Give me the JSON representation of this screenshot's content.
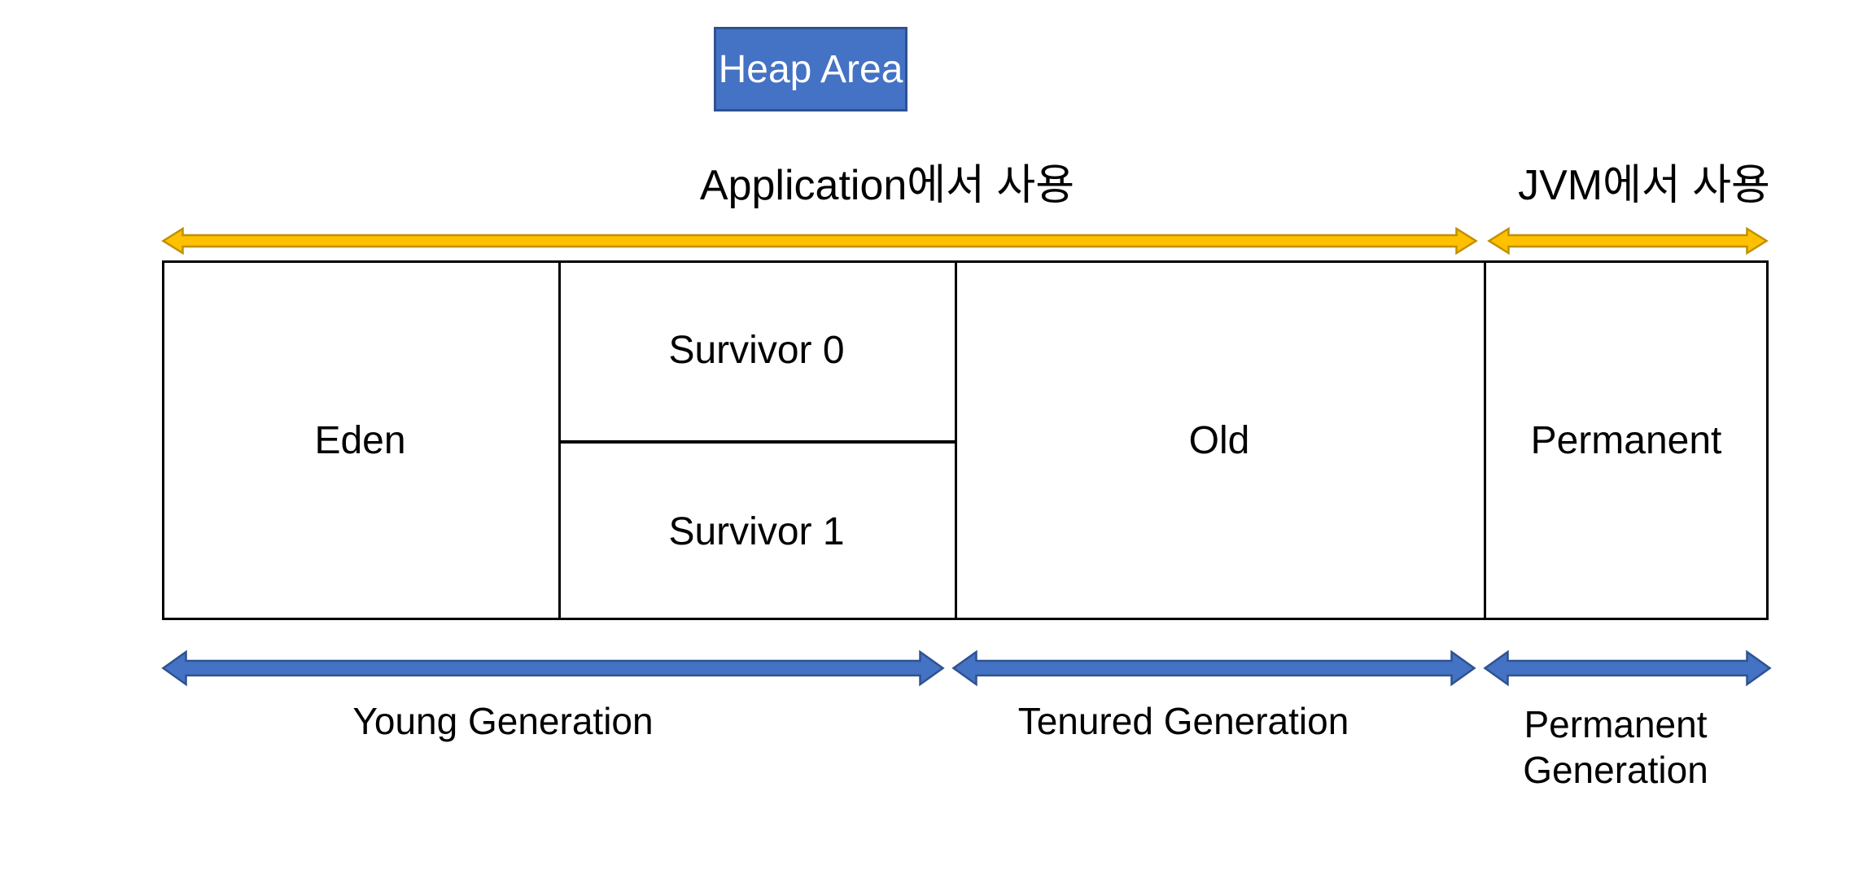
{
  "title": "Heap Area",
  "usage_labels": {
    "application": "Application에서 사용",
    "jvm": "JVM에서 사용"
  },
  "heap_regions": {
    "eden": "Eden",
    "survivor0": "Survivor 0",
    "survivor1": "Survivor 1",
    "old": "Old",
    "permanent": "Permanent"
  },
  "generations": {
    "young": "Young Generation",
    "tenured": "Tenured Generation",
    "permanent": "Permanent Generation"
  },
  "colors": {
    "accent_blue_fill": "#4472C4",
    "accent_blue_border": "#2F528F",
    "gold_fill": "#FFC000",
    "gold_border": "#BF9000",
    "box_border": "#000000",
    "label_text": "#000000",
    "title_text": "#FFFFFF"
  }
}
